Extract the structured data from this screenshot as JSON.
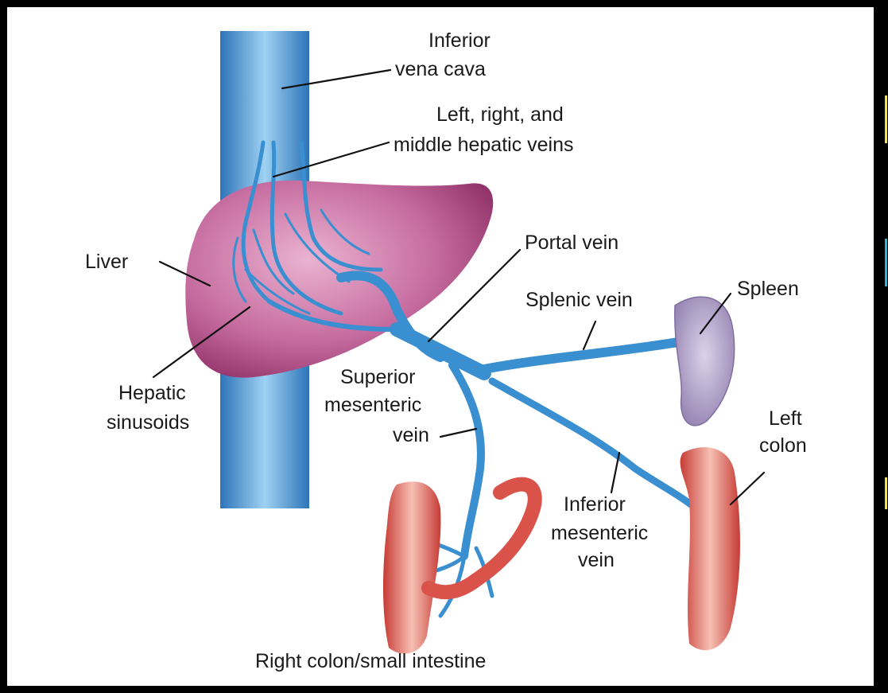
{
  "labels": {
    "ivc_line1": "Inferior",
    "ivc_line2": "vena cava",
    "hepatic_veins_line1": "Left, right, and",
    "hepatic_veins_line2": "middle hepatic veins",
    "liver": "Liver",
    "portal_vein": "Portal vein",
    "splenic_vein": "Splenic vein",
    "spleen": "Spleen",
    "sinusoids_line1": "Hepatic",
    "sinusoids_line2": "sinusoids",
    "smv_line1": "Superior",
    "smv_line2": "mesenteric",
    "smv_line3": "vein",
    "left_colon_line1": "Left",
    "left_colon_line2": "colon",
    "imv_line1": "Inferior",
    "imv_line2": "mesenteric",
    "imv_line3": "vein",
    "right_colon": "Right colon/small intestine"
  },
  "colors": {
    "vein": "#3a8fd0",
    "vein_light": "#8cc8ee",
    "liver": "#b0508a",
    "liver_light": "#e6a6c8",
    "spleen": "#b3a2c8",
    "colon": "#d9534a",
    "colon_light": "#f2b3a8"
  }
}
